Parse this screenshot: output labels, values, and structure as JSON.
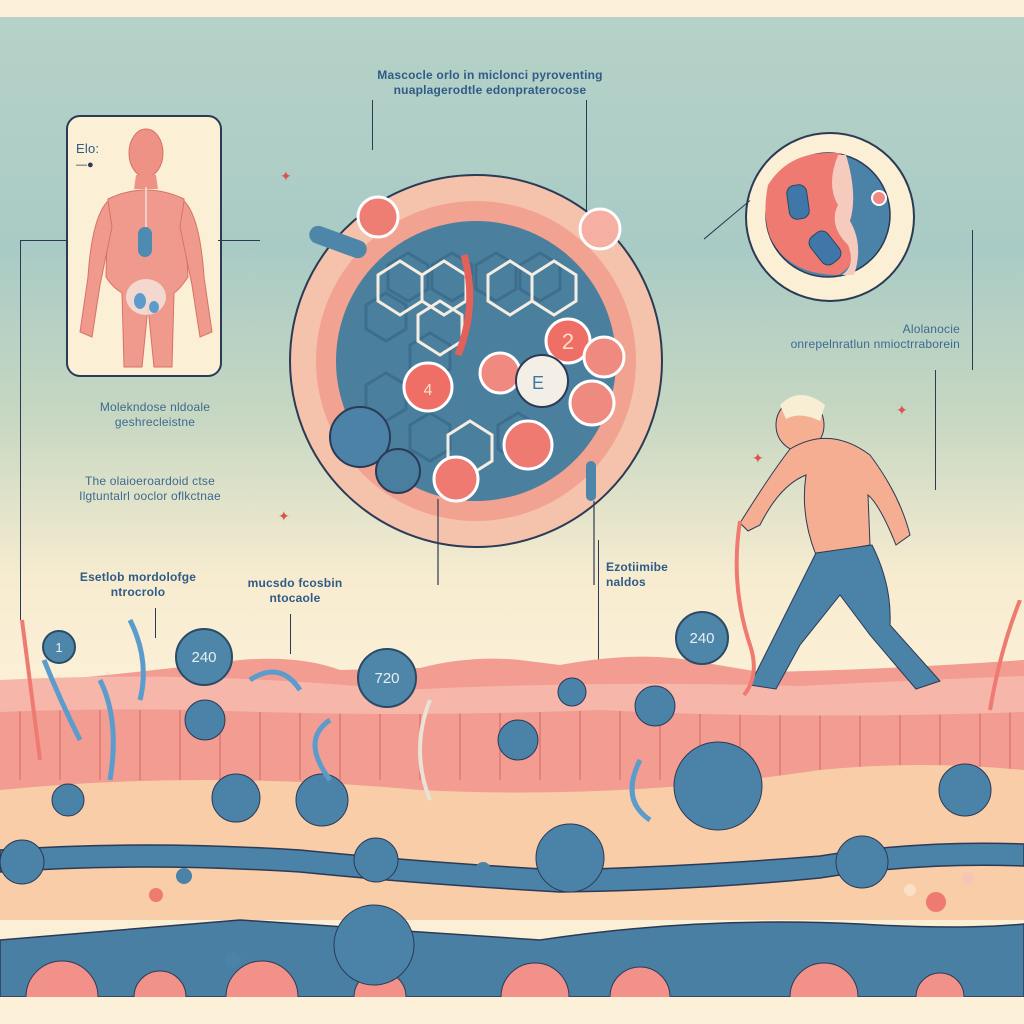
{
  "title": {
    "line1": "Mascocle orlo in miclonci pyroventing",
    "line2": "nuaplagerodtle edonpraterocose"
  },
  "body_card": {
    "label": "Elo:",
    "legend_marker": "—●",
    "figure": "human-anatomy-muscle-figure"
  },
  "left_labels": [
    {
      "line1": "Molekndose nldoale",
      "line2": "geshrecleistne"
    },
    {
      "line1": "The olaioeroardoid ctse",
      "line2": "Ilgtuntalrl ooclor oflkctnae"
    }
  ],
  "right_label": {
    "line1": "Alolanocie",
    "line2": "onrepelnratlun nmioctrraborein"
  },
  "lower_labels": [
    {
      "line1": "Esetlob mordolofge",
      "line2": "ntrocrolo"
    },
    {
      "line1": "mucsdo fcosbin",
      "line2": "ntocaole"
    },
    {
      "line1": "Ezotiimibe",
      "line2": "naldos"
    }
  ],
  "magnified_circle": {
    "description": "molecular-structure-zoom",
    "markers": [
      "2",
      "E",
      "4"
    ]
  },
  "inset_circle": {
    "description": "cell-cross-section-zoom"
  },
  "number_bubbles": [
    "1",
    "240",
    "720",
    "240"
  ],
  "figure": "walking-man-athlete",
  "colors": {
    "sky_top": "#b6d2c8",
    "cream": "#fbf0d6",
    "coral": "#ef8a80",
    "tissue_pink": "#f4a79c",
    "molecule_blue": "#4d82a8",
    "dark_outline": "#2b3a55",
    "label_blue": "#2f5b86"
  }
}
